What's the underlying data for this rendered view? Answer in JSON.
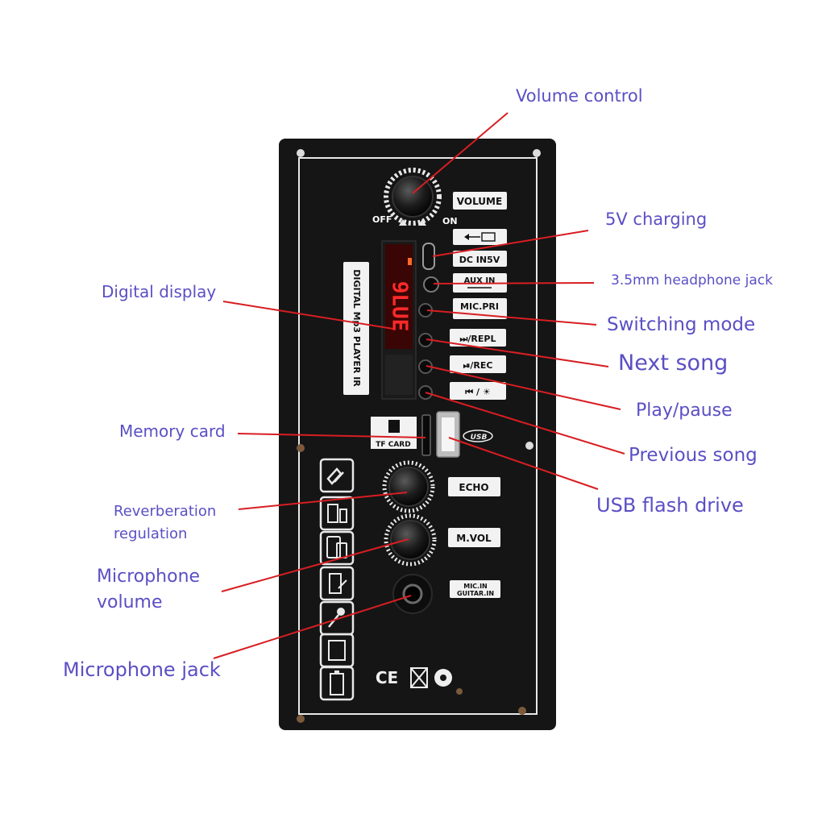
{
  "panel": {
    "volume_label": "VOLUME",
    "off_label": "OFF",
    "on_label": "ON",
    "dc_label": "DC IN5V",
    "aux_label": "AUX IN",
    "mic_pri_label": "MIC.PRI",
    "repl_label": "⏭/REPL",
    "rec_label": "⏯/REC",
    "prev_label": "⏮ / ☀",
    "vertical_title": "DIGITAL Mp3 PLAYER IR",
    "display_text": "9LUE",
    "tf_label": "TF CARD",
    "usb_label": "USB",
    "echo_label": "ECHO",
    "mvol_label": "M.VOL",
    "mic_in_label": "MIC.IN",
    "guitar_in_label": "GUITAR.IN",
    "ce_mark": "CE"
  },
  "callouts": {
    "volume_control": "Volume control",
    "charging_5v": "5V charging",
    "headphone_jack": "3.5mm headphone jack",
    "digital_display": "Digital display",
    "switching_mode": "Switching mode",
    "next_song": "Next song",
    "play_pause": "Play/pause",
    "memory_card": "Memory card",
    "previous_song": "Previous song",
    "usb_flash_drive": "USB flash drive",
    "reverb_line1": "Reverberation",
    "reverb_line2": "regulation",
    "mic_volume_line1": "Microphone",
    "mic_volume_line2": "volume",
    "microphone_jack": "Microphone jack"
  },
  "colors": {
    "panel": "#151515",
    "label_bg": "#f2f2f2",
    "callout_text": "#5a4fc4",
    "leader_line": "#d81e22",
    "led": "#ff2a2a"
  }
}
